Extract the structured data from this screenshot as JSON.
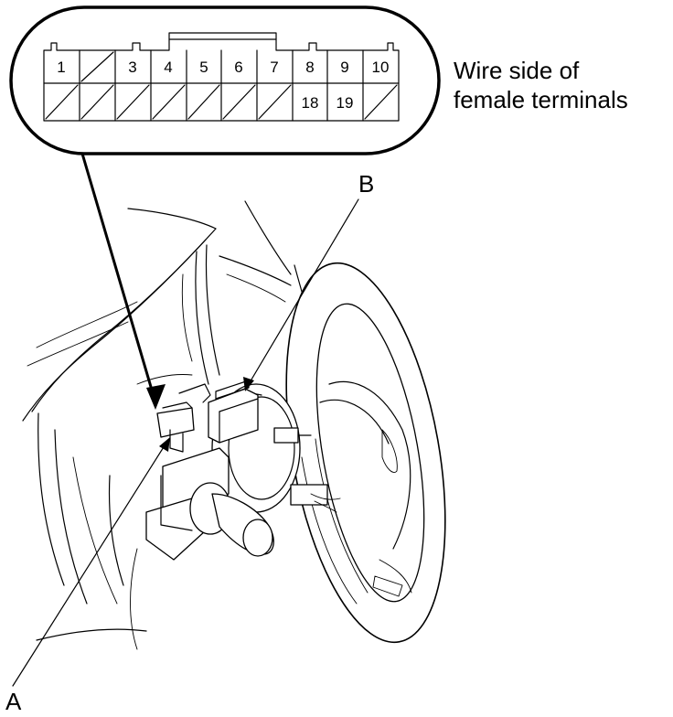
{
  "connector": {
    "caption_line1": "Wire side of",
    "caption_line2": "female terminals",
    "top_row": [
      "1",
      "",
      "3",
      "4",
      "5",
      "6",
      "7",
      "8",
      "9",
      "10"
    ],
    "bottom_row": [
      "",
      "",
      "",
      "",
      "",
      "",
      "",
      "18",
      "19",
      ""
    ]
  },
  "callouts": {
    "a": "A",
    "b": "B"
  }
}
